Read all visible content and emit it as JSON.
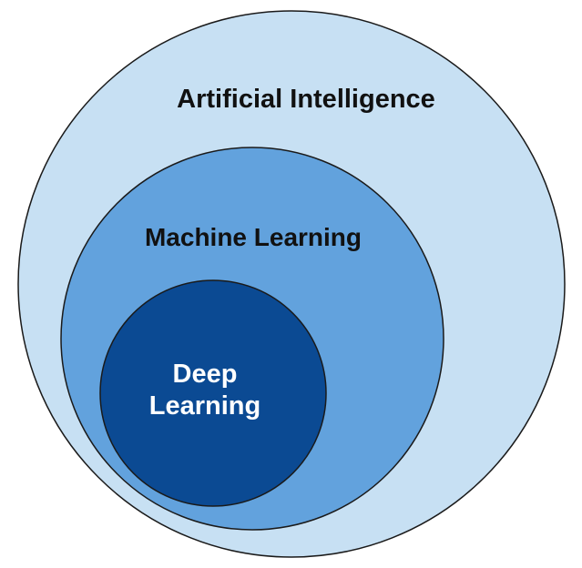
{
  "diagram": {
    "colors": {
      "outer_fill": "#c7e0f3",
      "middle_fill": "#62a2dd",
      "inner_fill": "#0b4a93",
      "stroke": "#1a1a1a",
      "dark_text": "#111111",
      "light_text": "#ffffff"
    },
    "circles": [
      {
        "id": "artificial-intelligence",
        "label": "Artificial Intelligence"
      },
      {
        "id": "machine-learning",
        "label": "Machine Learning"
      },
      {
        "id": "deep-learning",
        "label_line1": "Deep",
        "label_line2": "Learning"
      }
    ]
  }
}
